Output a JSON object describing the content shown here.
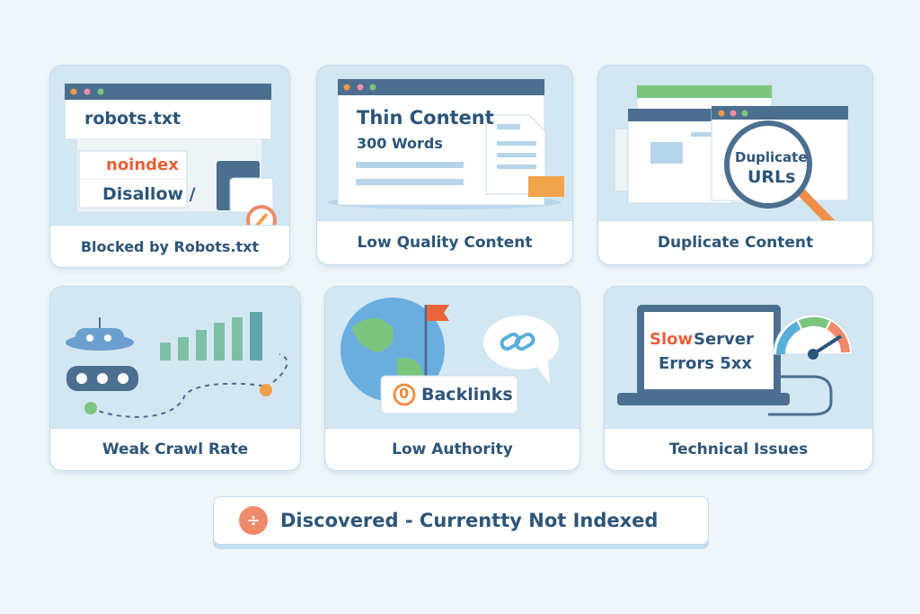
{
  "cards": [
    {
      "label": "Blocked by Robots.txt",
      "lines": [
        "robots.txt",
        "noindex",
        "Disallow /"
      ]
    },
    {
      "label": "Low Quality Content",
      "lines": [
        "Thin Content",
        "300 Words"
      ]
    },
    {
      "label": "Duplicate Content",
      "lines": [
        "Duplicate",
        "URLs"
      ]
    },
    {
      "label": "Weak Crawl Rate"
    },
    {
      "label": "Low Authority",
      "lines": [
        "0",
        "Backlinks"
      ]
    },
    {
      "label": "Technical Issues",
      "lines": [
        "Slow",
        "Server",
        "Errors 5xx"
      ]
    }
  ],
  "banner": {
    "icon": "info-icon",
    "text": "Discovered - Currentty Not Indexed"
  },
  "colors": {
    "text": "#2d5578",
    "accent": "#ef6a3a",
    "card": "#d3e7f3"
  }
}
